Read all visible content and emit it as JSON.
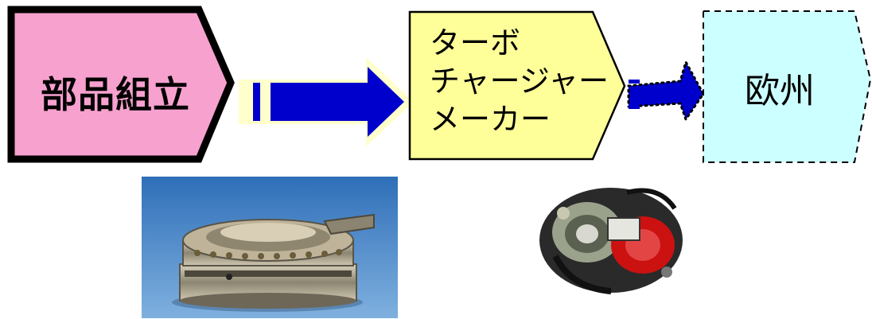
{
  "flow": {
    "step1": {
      "label": "部品組立",
      "fill": "#f7a1cf",
      "stroke": "#000000"
    },
    "step2": {
      "line1": "ターボ",
      "line2": "チャージャー",
      "line3": "メーカー",
      "fill": "#ffff99",
      "stroke": "#000000"
    },
    "step3": {
      "label": "欧州",
      "fill": "#ccffff",
      "stroke": "#000000",
      "border_style": "dashed"
    },
    "arrow_color": "#0000cc",
    "arrow_halo": "#ffffcc"
  },
  "images": {
    "part_photo": {
      "bg": "#4a86c5",
      "subject": "bearing-assembly"
    },
    "turbo_photo": {
      "subject": "turbocharger",
      "accent": "#cc1111"
    }
  }
}
